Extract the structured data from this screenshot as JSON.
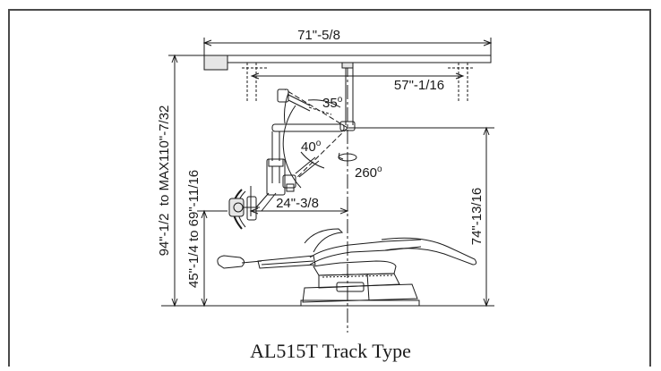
{
  "caption": "AL515T Track Type",
  "dimensions": {
    "rail_width": "71\"-5/8",
    "mount_span": "57\"-1/16",
    "arm_angle": "35",
    "head_angle": "40",
    "rotation": "260",
    "reach": "24\"-3/8",
    "light_height": "74\"-13/16",
    "ceiling_height": "94\"-1/2  to MAX110\"-7/32",
    "light_range": "45\"-1/4 to 69\"-11/16"
  },
  "degree_symbol": "o",
  "colors": {
    "line": "#1a1a1a",
    "frame": "#4a4a4a",
    "fill": "#e6e6e6"
  }
}
